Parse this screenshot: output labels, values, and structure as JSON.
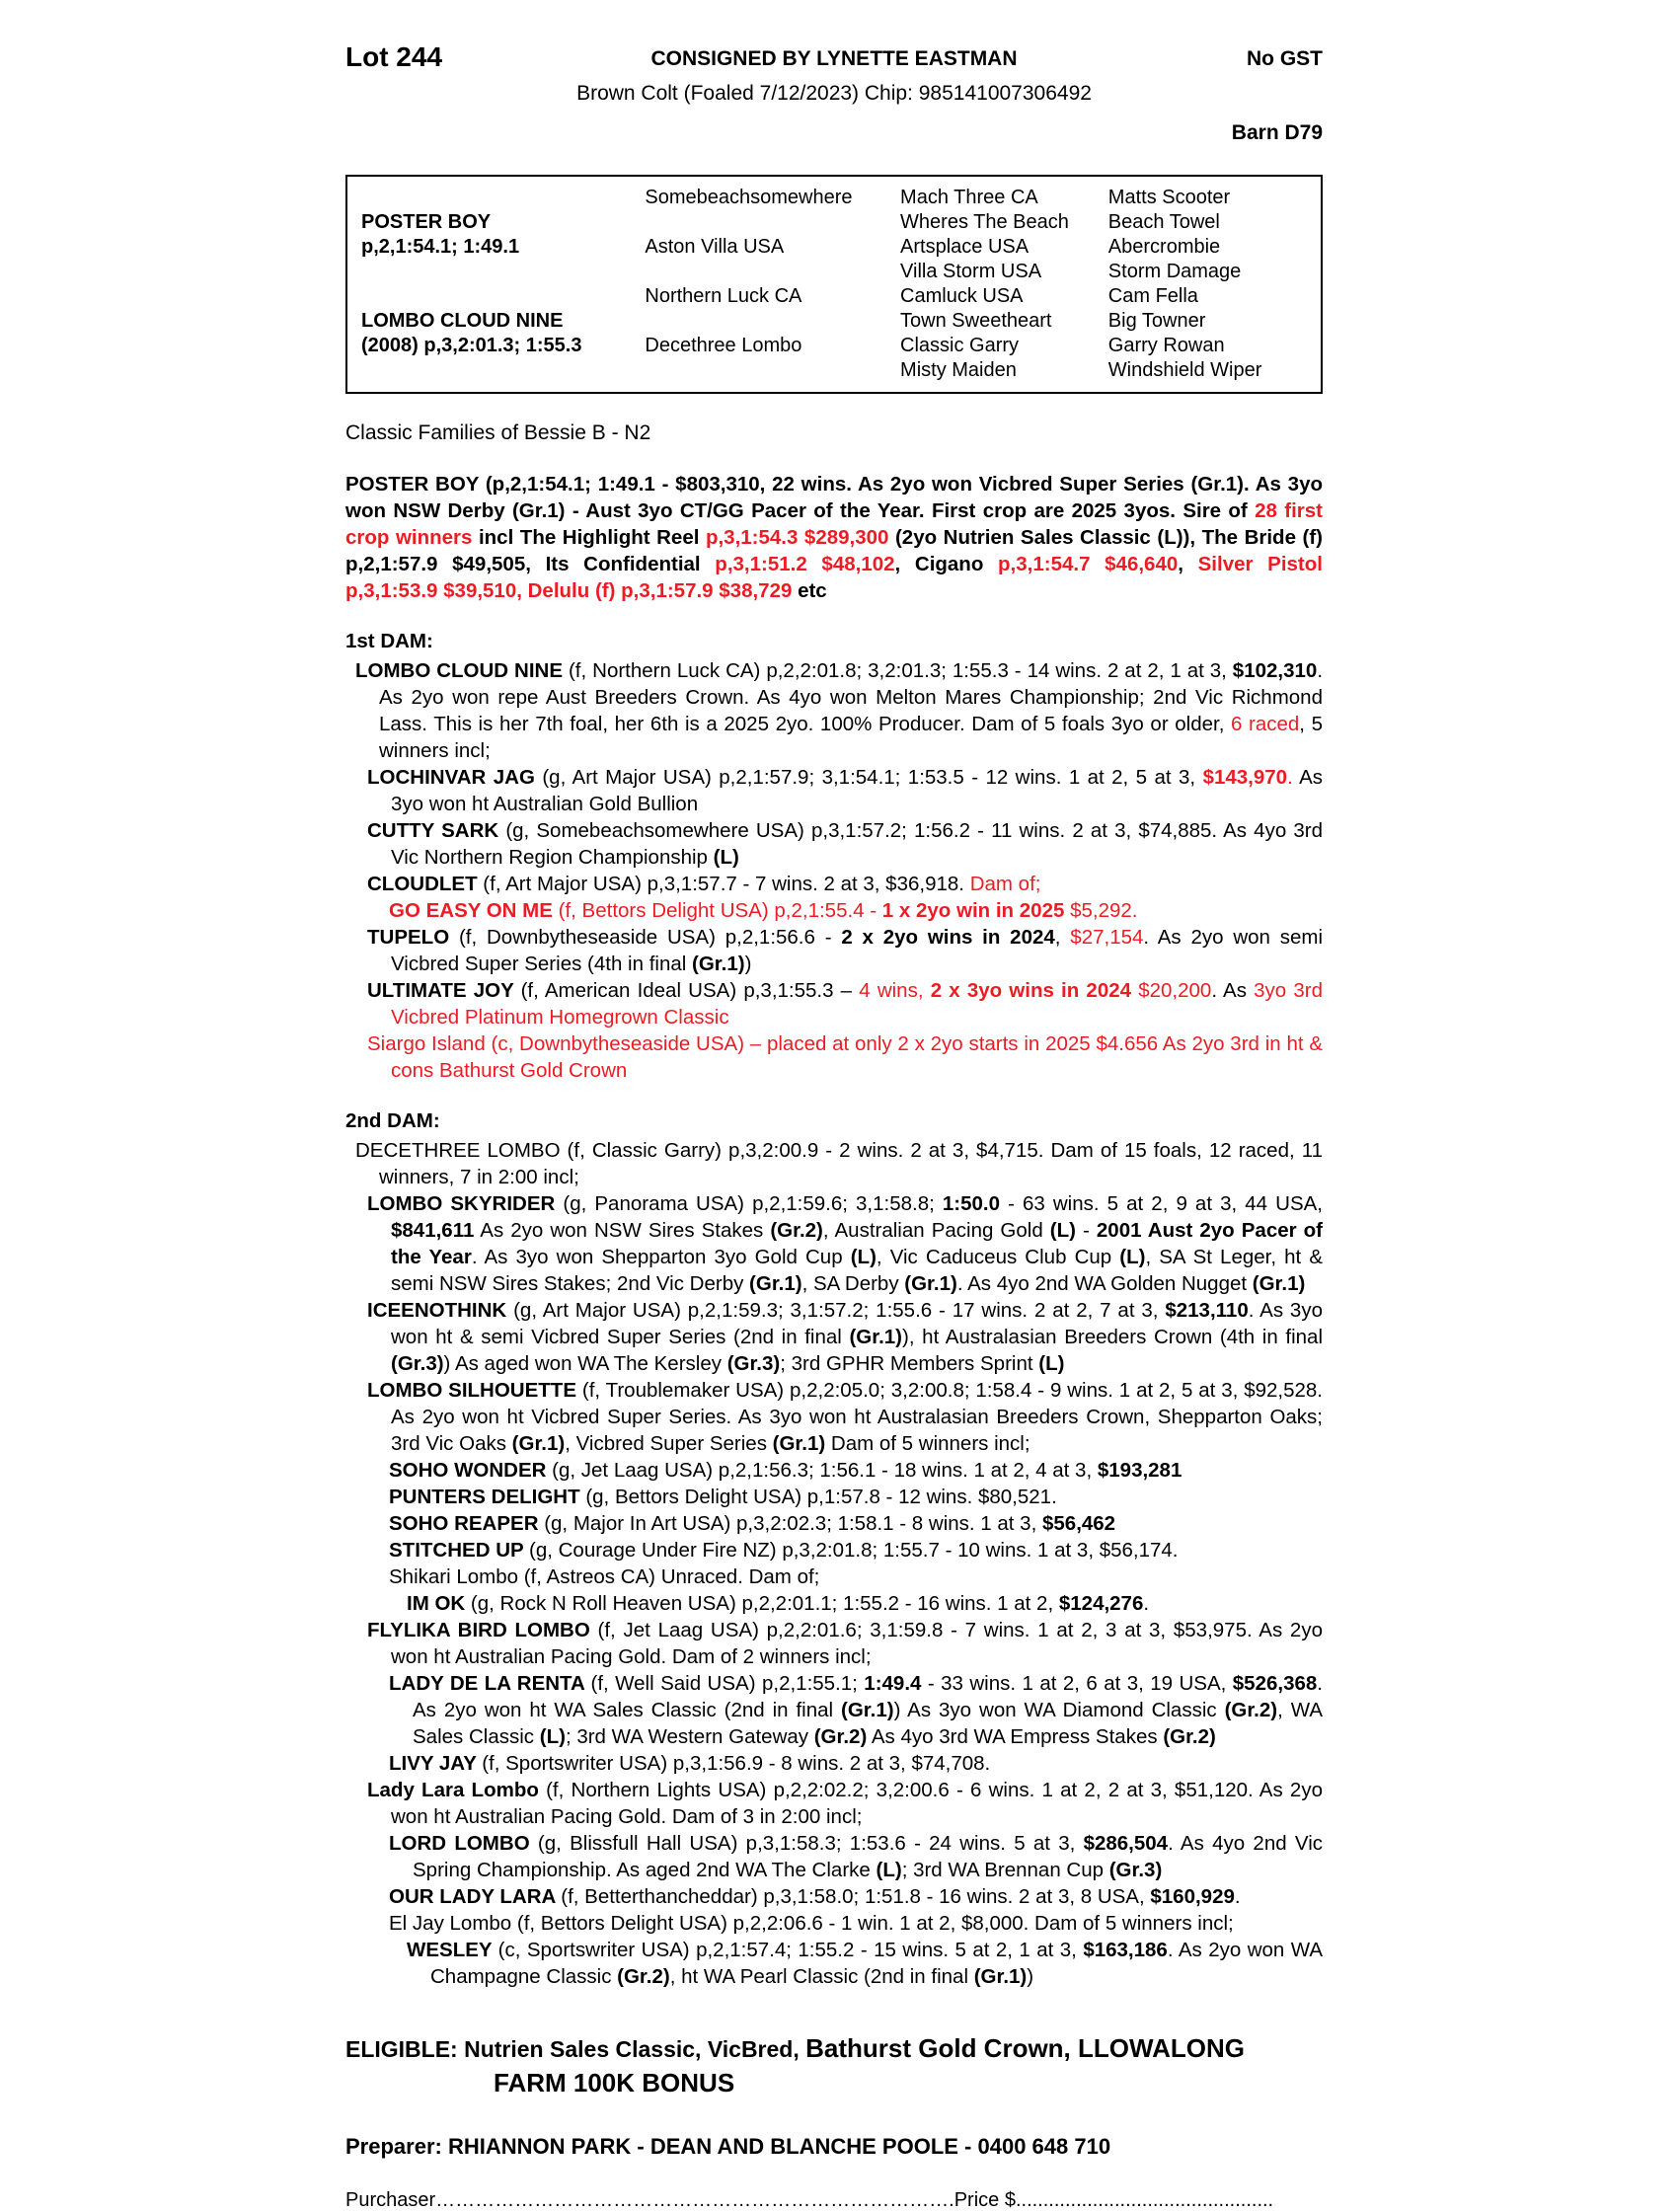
{
  "colors": {
    "highlight_red": "#ed1c24",
    "text": "#000000",
    "paper": "#ffffff"
  },
  "header": {
    "lot": "Lot 244",
    "consigned": "CONSIGNED BY LYNETTE EASTMAN",
    "no_gst": "No GST",
    "description": "Brown Colt (Foaled 7/12/2023) Chip: 985141007306492",
    "barn": "Barn D79"
  },
  "pedigree": {
    "rows": [
      [
        "",
        "Somebeachsomewhere",
        "Mach Three CA",
        "Matts Scooter"
      ],
      [
        "POSTER BOY",
        "",
        "Wheres The Beach",
        "Beach Towel"
      ],
      [
        "p,2,1:54.1; 1:49.1",
        "Aston Villa USA",
        "Artsplace USA",
        "Abercrombie"
      ],
      [
        "",
        "",
        "Villa Storm USA",
        "Storm Damage"
      ],
      [
        "",
        "Northern Luck CA",
        "Camluck USA",
        "Cam Fella"
      ],
      [
        "LOMBO CLOUD NINE",
        "",
        "Town Sweetheart",
        "Big Towner"
      ],
      [
        "(2008) p,3,2:01.3; 1:55.3",
        "Decethree Lombo",
        "Classic Garry",
        "Garry Rowan"
      ],
      [
        "",
        "",
        "Misty Maiden",
        "Windshield Wiper"
      ]
    ]
  },
  "family_line": "Classic Families of Bessie B - N2",
  "sire_paragraph": {
    "segments": [
      {
        "t": "POSTER BOY (p,2,1:54.1; 1:49.1 - $803,310, 22 wins. As 2yo won Vicbred Super Series (Gr.1). As 3yo won NSW Derby (Gr.1) - Aust 3yo CT/GG Pacer of the Year. First crop are 2025 3yos. Sire of ",
        "b": true
      },
      {
        "t": "28 first crop winners ",
        "b": true,
        "r": true
      },
      {
        "t": "incl The Highlight Reel ",
        "b": true
      },
      {
        "t": "p,3,1:54.3 $289,300 ",
        "b": true,
        "r": true
      },
      {
        "t": "(2yo Nutrien Sales Classic (L)), The Bride (f) p,2,1:57.9 $49,505, Its Confidential ",
        "b": true
      },
      {
        "t": "p,3,1:51.2 $48,102",
        "b": true,
        "r": true
      },
      {
        "t": ", Cigano ",
        "b": true
      },
      {
        "t": "p,3,1:54.7 $46,640",
        "b": true,
        "r": true
      },
      {
        "t": ", ",
        "b": true
      },
      {
        "t": "Silver Pistol p,3,1:53.9 $39,510, Delulu (f) p,3,1:57.9 $38,729 ",
        "b": true,
        "r": true
      },
      {
        "t": "etc",
        "b": true
      }
    ]
  },
  "first_dam": {
    "heading": "1st DAM:",
    "entries": [
      {
        "indent": 0,
        "segments": [
          {
            "t": "LOMBO CLOUD NINE ",
            "b": true
          },
          {
            "t": "(f, Northern Luck CA) p,2,2:01.8; 3,2:01.3; 1:55.3 - 14 wins. 2 at 2, 1 at 3, "
          },
          {
            "t": "$102,310",
            "b": true
          },
          {
            "t": ". As 2yo won repe Aust Breeders Crown. As 4yo won Melton Mares Championship; 2nd Vic Richmond Lass. This is her 7th foal, her 6th is a 2025 2yo. 100% Producer. Dam of 5 foals 3yo or older, "
          },
          {
            "t": "6 raced",
            "r": true
          },
          {
            "t": ", 5 winners incl;"
          }
        ]
      },
      {
        "indent": 1,
        "segments": [
          {
            "t": "LOCHINVAR JAG ",
            "b": true
          },
          {
            "t": "(g, Art Major USA) p,2,1:57.9; 3,1:54.1; 1:53.5 - 12 wins. 1 at 2, 5 at 3, "
          },
          {
            "t": "$143,970",
            "b": true,
            "r": true
          },
          {
            "t": ". ",
            "r": true
          },
          {
            "t": "As 3yo won ht Australian Gold Bullion"
          }
        ]
      },
      {
        "indent": 1,
        "segments": [
          {
            "t": "CUTTY SARK ",
            "b": true
          },
          {
            "t": "(g, Somebeachsomewhere USA) p,3,1:57.2; 1:56.2 - 11 wins. 2 at 3, $74,885. As 4yo 3rd Vic Northern Region Championship "
          },
          {
            "t": "(L)",
            "b": true
          }
        ]
      },
      {
        "indent": 1,
        "segments": [
          {
            "t": "CLOUDLET ",
            "b": true
          },
          {
            "t": "(f, Art Major USA) p,3,1:57.7 - 7 wins. 2 at 3, $36,918. "
          },
          {
            "t": "Dam of;",
            "r": true
          }
        ]
      },
      {
        "indent": 2,
        "segments": [
          {
            "t": "GO EASY ON ME ",
            "b": true,
            "r": true
          },
          {
            "t": "(f, Bettors Delight USA) p,2,1:55.4 - ",
            "r": true
          },
          {
            "t": "1 x 2yo win in 2025 ",
            "b": true,
            "r": true
          },
          {
            "t": "$5,292.",
            "r": true
          }
        ]
      },
      {
        "indent": 1,
        "segments": [
          {
            "t": "TUPELO ",
            "b": true
          },
          {
            "t": "(f, Downbytheseaside USA) p,2,1:56.6 - "
          },
          {
            "t": "2 x 2yo wins in 2024",
            "b": true
          },
          {
            "t": ", "
          },
          {
            "t": "$27,154",
            "r": true
          },
          {
            "t": ". As 2yo won semi Vicbred Super Series (4th in final "
          },
          {
            "t": "(Gr.1)",
            "b": true
          },
          {
            "t": ")"
          }
        ]
      },
      {
        "indent": 1,
        "segments": [
          {
            "t": "ULTIMATE JOY ",
            "b": true
          },
          {
            "t": "(f, American Ideal USA) p,3,1:55.3 – "
          },
          {
            "t": "4 wins, ",
            "r": true
          },
          {
            "t": "2 x 3yo wins in 2024 ",
            "b": true,
            "r": true
          },
          {
            "t": "$20,200",
            "r": true
          },
          {
            "t": ". As "
          },
          {
            "t": "3yo 3rd Vicbred Platinum Homegrown Classic",
            "r": true
          }
        ]
      },
      {
        "indent": 1,
        "segments": [
          {
            "t": "Siargo Island (c, Downbytheseaside USA) – placed at only 2 x 2yo starts in 2025 $4.656 As 2yo 3rd in ht & cons Bathurst Gold Crown",
            "r": true
          }
        ]
      }
    ]
  },
  "second_dam": {
    "heading": "2nd DAM:",
    "entries": [
      {
        "indent": 0,
        "segments": [
          {
            "t": "DECETHREE LOMBO (f, Classic Garry) p,3,2:00.9 - 2 wins. 2 at 3, $4,715. Dam of 15 foals, 12 raced, 11 winners, 7 in 2:00 incl;"
          }
        ]
      },
      {
        "indent": 1,
        "segments": [
          {
            "t": "LOMBO SKYRIDER ",
            "b": true
          },
          {
            "t": "(g, Panorama USA) p,2,1:59.6; 3,1:58.8; "
          },
          {
            "t": "1:50.0",
            "b": true
          },
          {
            "t": " - 63 wins. 5 at 2, 9 at 3, 44 USA, "
          },
          {
            "t": "$841,611",
            "b": true
          },
          {
            "t": " As 2yo won NSW Sires Stakes "
          },
          {
            "t": "(Gr.2)",
            "b": true
          },
          {
            "t": ", Australian Pacing Gold "
          },
          {
            "t": "(L)",
            "b": true
          },
          {
            "t": " -  "
          },
          {
            "t": "2001 Aust 2yo Pacer of the Year",
            "b": true
          },
          {
            "t": ". As 3yo won Shepparton 3yo Gold Cup "
          },
          {
            "t": "(L)",
            "b": true
          },
          {
            "t": ", Vic Caduceus Club Cup "
          },
          {
            "t": "(L)",
            "b": true
          },
          {
            "t": ", SA St Leger, ht & semi NSW Sires Stakes; 2nd Vic Derby "
          },
          {
            "t": "(Gr.1)",
            "b": true
          },
          {
            "t": ", SA Derby "
          },
          {
            "t": "(Gr.1)",
            "b": true
          },
          {
            "t": ". As 4yo 2nd WA Golden Nugget "
          },
          {
            "t": "(Gr.1)",
            "b": true
          }
        ]
      },
      {
        "indent": 1,
        "segments": [
          {
            "t": "ICEENOTHINK ",
            "b": true
          },
          {
            "t": "(g, Art Major USA) p,2,1:59.3; 3,1:57.2; 1:55.6 - 17 wins. 2 at 2, 7 at 3, "
          },
          {
            "t": "$213,110",
            "b": true
          },
          {
            "t": ". As 3yo won ht & semi Vicbred Super Series (2nd in final "
          },
          {
            "t": "(Gr.1)",
            "b": true
          },
          {
            "t": "), ht Australasian Breeders Crown (4th in final "
          },
          {
            "t": "(Gr.3)",
            "b": true
          },
          {
            "t": ") As aged won WA The Kersley "
          },
          {
            "t": "(Gr.3)",
            "b": true
          },
          {
            "t": "; 3rd GPHR Members Sprint "
          },
          {
            "t": "(L)",
            "b": true
          }
        ]
      },
      {
        "indent": 1,
        "segments": [
          {
            "t": "LOMBO SILHOUETTE ",
            "b": true
          },
          {
            "t": "(f, Troublemaker USA) p,2,2:05.0; 3,2:00.8; 1:58.4 - 9 wins. 1 at 2, 5 at 3, $92,528. As 2yo won ht Vicbred Super Series. As 3yo won ht Australasian Breeders Crown, Shepparton Oaks; 3rd Vic Oaks "
          },
          {
            "t": "(Gr.1)",
            "b": true
          },
          {
            "t": ", Vicbred Super Series "
          },
          {
            "t": "(Gr.1)",
            "b": true
          },
          {
            "t": " Dam of 5 winners incl;"
          }
        ]
      },
      {
        "indent": 2,
        "segments": [
          {
            "t": "SOHO WONDER ",
            "b": true
          },
          {
            "t": "(g, Jet Laag USA) p,2,1:56.3; 1:56.1 - 18 wins. 1 at 2, 4 at 3, "
          },
          {
            "t": "$193,281",
            "b": true
          }
        ]
      },
      {
        "indent": 2,
        "segments": [
          {
            "t": "PUNTERS DELIGHT ",
            "b": true
          },
          {
            "t": "(g, Bettors Delight USA) p,1:57.8 - 12 wins. $80,521."
          }
        ]
      },
      {
        "indent": 2,
        "segments": [
          {
            "t": "SOHO REAPER ",
            "b": true
          },
          {
            "t": "(g, Major In Art USA) p,3,2:02.3; 1:58.1 - 8 wins. 1 at 3, "
          },
          {
            "t": "$56,462",
            "b": true
          }
        ]
      },
      {
        "indent": 2,
        "segments": [
          {
            "t": "STITCHED UP ",
            "b": true
          },
          {
            "t": "(g, Courage Under Fire NZ) p,3,2:01.8; 1:55.7 - 10 wins. 1 at 3, $56,174."
          }
        ]
      },
      {
        "indent": 2,
        "segments": [
          {
            "t": "Shikari Lombo (f, Astreos CA) Unraced. Dam of;"
          }
        ]
      },
      {
        "indent": 3,
        "segments": [
          {
            "t": "IM OK ",
            "b": true
          },
          {
            "t": "(g, Rock N Roll Heaven USA) p,2,2:01.1; 1:55.2 - 16 wins. 1 at 2, "
          },
          {
            "t": "$124,276",
            "b": true
          },
          {
            "t": "."
          }
        ]
      },
      {
        "indent": 1,
        "segments": [
          {
            "t": "FLYLIKA BIRD LOMBO ",
            "b": true
          },
          {
            "t": "(f, Jet Laag USA) p,2,2:01.6; 3,1:59.8 - 7 wins. 1 at 2, 3 at 3, $53,975. As 2yo won ht Australian Pacing Gold. Dam of 2 winners incl;"
          }
        ]
      },
      {
        "indent": 2,
        "segments": [
          {
            "t": "LADY DE LA RENTA ",
            "b": true
          },
          {
            "t": "(f, Well Said USA) p,2,1:55.1; "
          },
          {
            "t": "1:49.4",
            "b": true
          },
          {
            "t": " - 33 wins. 1 at 2, 6 at 3, 19 USA, "
          },
          {
            "t": "$526,368",
            "b": true
          },
          {
            "t": ". As 2yo won ht WA Sales Classic (2nd in final "
          },
          {
            "t": "(Gr.1)",
            "b": true
          },
          {
            "t": ") As 3yo won WA Diamond Classic "
          },
          {
            "t": "(Gr.2)",
            "b": true
          },
          {
            "t": ", WA Sales Classic "
          },
          {
            "t": "(L)",
            "b": true
          },
          {
            "t": "; 3rd WA Western Gateway "
          },
          {
            "t": "(Gr.2)",
            "b": true
          },
          {
            "t": " As 4yo 3rd WA Empress Stakes "
          },
          {
            "t": "(Gr.2)",
            "b": true
          }
        ]
      },
      {
        "indent": 2,
        "segments": [
          {
            "t": "LIVY JAY ",
            "b": true
          },
          {
            "t": "(f, Sportswriter USA) p,3,1:56.9 - 8 wins. 2 at 3, $74,708."
          }
        ]
      },
      {
        "indent": 1,
        "segments": [
          {
            "t": "Lady Lara Lombo ",
            "b": true
          },
          {
            "t": "(f, Northern Lights USA) p,2,2:02.2; 3,2:00.6 - 6 wins. 1 at 2, 2 at 3, $51,120. As 2yo won ht Australian Pacing Gold. Dam of 3 in 2:00 incl;"
          }
        ]
      },
      {
        "indent": 2,
        "segments": [
          {
            "t": "LORD LOMBO ",
            "b": true
          },
          {
            "t": "(g, Blissfull Hall USA) p,3,1:58.3; 1:53.6 - 24 wins. 5 at 3, "
          },
          {
            "t": "$286,504",
            "b": true
          },
          {
            "t": ". As 4yo 2nd Vic Spring Championship. As aged 2nd WA The Clarke "
          },
          {
            "t": "(L)",
            "b": true
          },
          {
            "t": "; 3rd WA Brennan Cup "
          },
          {
            "t": "(Gr.3)",
            "b": true
          }
        ]
      },
      {
        "indent": 2,
        "segments": [
          {
            "t": "OUR LADY LARA ",
            "b": true
          },
          {
            "t": "(f, Betterthancheddar) p,3,1:58.0; 1:51.8 - 16 wins. 2 at 3, 8 USA, "
          },
          {
            "t": "$160,929",
            "b": true
          },
          {
            "t": "."
          }
        ]
      },
      {
        "indent": 2,
        "segments": [
          {
            "t": "El Jay Lombo (f, Bettors Delight USA) p,2,2:06.6 - 1 win. 1 at 2, $8,000. Dam of 5 winners incl;"
          }
        ]
      },
      {
        "indent": 3,
        "segments": [
          {
            "t": "WESLEY ",
            "b": true
          },
          {
            "t": "(c, Sportswriter USA) p,2,1:57.4; 1:55.2 - 15 wins. 5 at 2, 1 at 3, "
          },
          {
            "t": "$163,186",
            "b": true
          },
          {
            "t": ". As 2yo won WA Champagne Classic "
          },
          {
            "t": "(Gr.2)",
            "b": true
          },
          {
            "t": ", ht WA Pearl Classic (2nd in final "
          },
          {
            "t": "(Gr.1)",
            "b": true
          },
          {
            "t": ")"
          }
        ]
      }
    ]
  },
  "eligible": {
    "segments": [
      {
        "t": "ELIGIBLE: Nutrien Sales Classic, VicBred, ",
        "b": true
      },
      {
        "t": "Bathurst Gold Crown, ",
        "b": true,
        "big": true
      },
      {
        "t": "LLOWALONG FARM 100K BONUS",
        "b": true,
        "big": true
      }
    ]
  },
  "preparer": "Preparer: RHIANNON PARK - DEAN AND BLANCHE POOLE - 0400 648 710",
  "purchaser_line": "Purchaser…………………………………………………………………….Price $..............................................."
}
